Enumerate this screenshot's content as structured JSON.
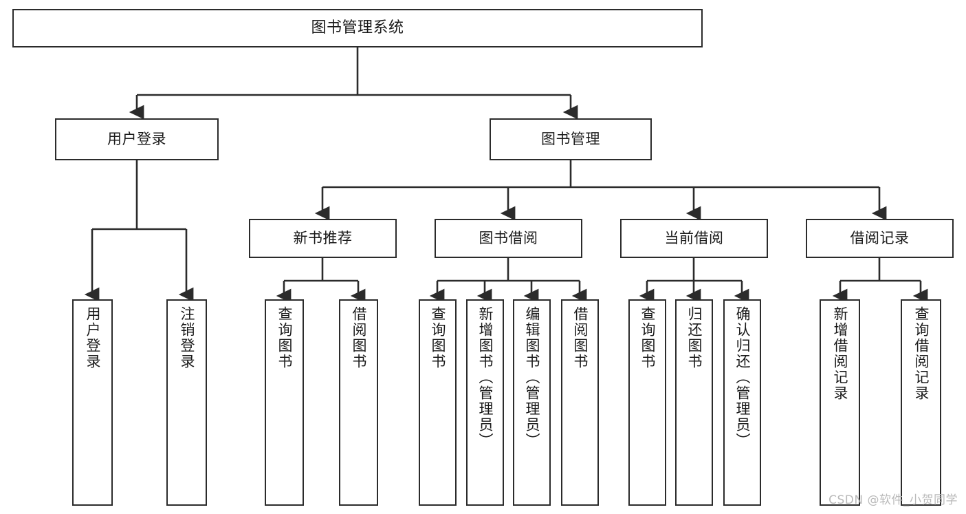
{
  "diagram": {
    "type": "hierarchy-tree",
    "title": "图书管理系统",
    "watermark": "CSDN @软件_小贺同学",
    "colors": {
      "box_border": "#2b2b2b",
      "box_fill": "#ffffff",
      "connector": "#2b2b2b",
      "text": "#1a1a1a",
      "watermark": "#b9b9b9",
      "background": "#ffffff"
    },
    "levels": {
      "root": {
        "label": "图书管理系统"
      },
      "level2": [
        {
          "label": "用户登录"
        },
        {
          "label": "图书管理"
        }
      ],
      "level3": [
        {
          "label": "新书推荐"
        },
        {
          "label": "图书借阅"
        },
        {
          "label": "当前借阅"
        },
        {
          "label": "借阅记录"
        }
      ],
      "leaves": {
        "user_login": [
          {
            "label": "用户登录"
          },
          {
            "label": "注销登录"
          }
        ],
        "new_book_recommend": [
          {
            "label": "查询图书"
          },
          {
            "label": "借阅图书"
          }
        ],
        "book_borrow": [
          {
            "label": "查询图书"
          },
          {
            "label": "新增图书（管理员）"
          },
          {
            "label": "编辑图书（管理员）"
          },
          {
            "label": "借阅图书"
          }
        ],
        "current_borrow": [
          {
            "label": "查询图书"
          },
          {
            "label": "归还图书"
          },
          {
            "label": "确认归还（管理员）"
          }
        ],
        "borrow_record": [
          {
            "label": "新增借阅记录"
          },
          {
            "label": "查询借阅记录"
          }
        ]
      }
    }
  }
}
